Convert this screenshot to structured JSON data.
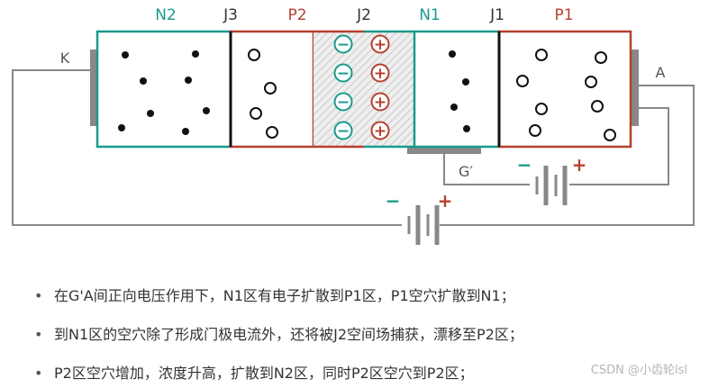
{
  "region_labels": {
    "n2": "N2",
    "j3": "J3",
    "p2": "P2",
    "j2": "J2",
    "n1": "N1",
    "j1": "J1",
    "p1": "P1"
  },
  "terminals": {
    "cathode": "K",
    "anode": "A",
    "gate_anode": "G′"
  },
  "battery_signs": {
    "gate_minus": "−",
    "gate_plus": "+",
    "main_minus": "−",
    "main_plus": "+"
  },
  "depletion_signs": {
    "negative": "−",
    "positive": "+"
  },
  "colors": {
    "n_color": "#1a9a8a",
    "p_color": "#b5402f",
    "wire": "#888888",
    "text": "#333333"
  },
  "bullets": [
    "在G'A间正向电压作用下，N1区有电子扩散到P1区，P1空穴扩散到N1；",
    "到N1区的空穴除了形成门极电流外，还将被J2空间场捕获，漂移至P2区；",
    "P2区空穴增加，浓度升高，扩散到N2区，同时P2区空穴到P2区；"
  ],
  "watermark": "CSDN @小齿轮lsl"
}
